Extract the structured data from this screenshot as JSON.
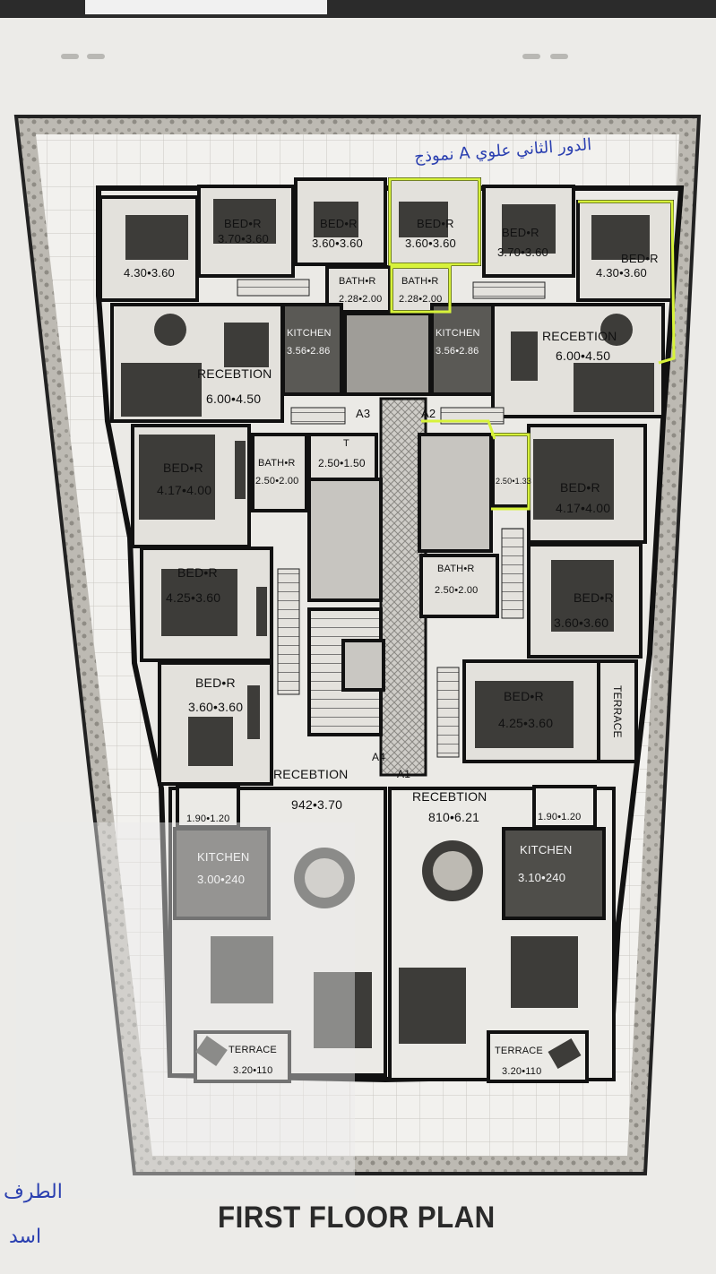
{
  "note_arabic": "نموذج A الدور الثاني علوي",
  "title": "FIRST FLOOR PLAN",
  "side_note_1": "الطرف",
  "side_note_2": "اسد",
  "rooms": [
    {
      "id": "bed1",
      "label": "",
      "dims": "4.30•3.60"
    },
    {
      "id": "bed2",
      "label": "BED•R",
      "dims": "3.70•3.60"
    },
    {
      "id": "bed3",
      "label": "BED•R",
      "dims": "3.60•3.60"
    },
    {
      "id": "bed4",
      "label": "BED•R",
      "dims": "3.60•3.60"
    },
    {
      "id": "bed5",
      "label": "BED•R",
      "dims": "3.70•3.60"
    },
    {
      "id": "bed6",
      "label": "BED•R",
      "dims": "4.30•3.60"
    },
    {
      "id": "bath1",
      "label": "BATH•R",
      "dims": "2.28•2.00"
    },
    {
      "id": "bath2",
      "label": "BATH•R",
      "dims": "2.28•2.00"
    },
    {
      "id": "kitchen1",
      "label": "KITCHEN",
      "dims": "3.56•2.86"
    },
    {
      "id": "kitchen2",
      "label": "KITCHEN",
      "dims": "3.56•2.86"
    },
    {
      "id": "recep1",
      "label": "RECEBTION",
      "dims": "6.00•4.50"
    },
    {
      "id": "recep2",
      "label": "RECEBTION",
      "dims": "6.00•4.50"
    },
    {
      "id": "a3",
      "label": "A3",
      "dims": ""
    },
    {
      "id": "a2",
      "label": "A2",
      "dims": ""
    },
    {
      "id": "bed7",
      "label": "BED•R",
      "dims": "4.17•4.00"
    },
    {
      "id": "bath3",
      "label": "BATH•R",
      "dims": "2.50•2.00"
    },
    {
      "id": "t1",
      "label": "T",
      "dims": "2.50•1.50"
    },
    {
      "id": "t2",
      "label": "",
      "dims": "2.50•1.33"
    },
    {
      "id": "bed8",
      "label": "BED•R",
      "dims": "4.17•4.00"
    },
    {
      "id": "bed9",
      "label": "BED•R",
      "dims": "4.25•3.60"
    },
    {
      "id": "bath4",
      "label": "BATH•R",
      "dims": "2.50•2.00"
    },
    {
      "id": "bed10",
      "label": "BED•R",
      "dims": "3.60•3.60"
    },
    {
      "id": "bed11",
      "label": "BED•R",
      "dims": "3.60•3.60"
    },
    {
      "id": "bed12",
      "label": "BED•R",
      "dims": "4.25•3.60"
    },
    {
      "id": "terrace_v",
      "label": "TERRACE",
      "dims": ""
    },
    {
      "id": "a4",
      "label": "A4",
      "dims": ""
    },
    {
      "id": "a1",
      "label": "A1",
      "dims": ""
    },
    {
      "id": "recep3",
      "label": "RECEBTION",
      "dims": "942•3.70"
    },
    {
      "id": "recep4",
      "label": "RECEBTION",
      "dims": "810•6.21"
    },
    {
      "id": "t3",
      "label": "",
      "dims": "1.90•1.20"
    },
    {
      "id": "t4",
      "label": "",
      "dims": "1.90•1.20"
    },
    {
      "id": "kitchen3",
      "label": "KITCHEN",
      "dims": "3.00•240"
    },
    {
      "id": "kitchen4",
      "label": "KITCHEN",
      "dims": "3.10•240"
    },
    {
      "id": "terrace1",
      "label": "TERRACE",
      "dims": "3.20•110"
    },
    {
      "id": "terrace2",
      "label": "TERRACE",
      "dims": "3.20•110"
    }
  ]
}
